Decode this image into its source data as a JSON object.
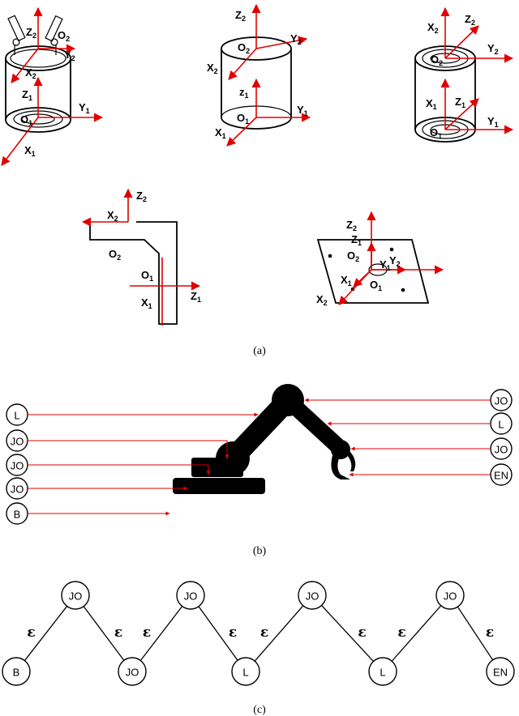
{
  "panel_a": {
    "caption": "(a)",
    "labels": {
      "Z2": [
        "Z",
        "2"
      ],
      "O2": [
        "O",
        "2"
      ],
      "Y2": [
        "Y",
        "2"
      ],
      "X2": [
        "X",
        "2"
      ],
      "Z1": [
        "Z",
        "1"
      ],
      "O1": [
        "O",
        "1"
      ],
      "Y1": [
        "Y",
        "1"
      ],
      "X1": [
        "X",
        "1"
      ],
      "z1": [
        "z",
        "1"
      ]
    }
  },
  "panel_b": {
    "caption": "(b)",
    "left_nodes": [
      "L",
      "JO",
      "JO",
      "JO",
      "B"
    ],
    "right_nodes": [
      "JO",
      "L",
      "JO",
      "EN"
    ]
  },
  "panel_c": {
    "caption": "(c)",
    "chain": [
      "B",
      "JO",
      "JO",
      "JO",
      "L",
      "JO",
      "L",
      "JO",
      "EN"
    ],
    "edge_label": "ε"
  },
  "colors": {
    "axis": "#e00000",
    "line": "#000000"
  }
}
